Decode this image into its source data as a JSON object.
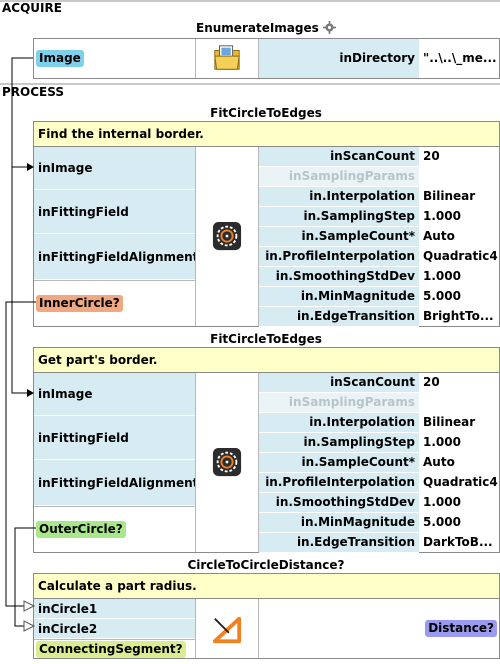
{
  "sections": {
    "acquire": "ACQUIRE",
    "process": "PROCESS"
  },
  "enumerate": {
    "title": "EnumerateImages",
    "output": "Image",
    "param": "inDirectory",
    "value": "\"..\\..\\_me..."
  },
  "fit1": {
    "title": "FitCircleToEdges",
    "comment": "Find the internal border.",
    "inputs": [
      "inImage",
      "inFittingField",
      "inFittingFieldAlignment*"
    ],
    "output": "InnerCircle?",
    "params": [
      {
        "name": "inScanCount",
        "value": "20"
      },
      {
        "name": "inSamplingParams",
        "value": ""
      },
      {
        "name": "in.Interpolation",
        "value": "Bilinear"
      },
      {
        "name": "in.SamplingStep",
        "value": "1.000"
      },
      {
        "name": "in.SampleCount*",
        "value": "Auto"
      },
      {
        "name": "in.ProfileInterpolation",
        "value": "Quadratic4"
      },
      {
        "name": "in.SmoothingStdDev",
        "value": "1.000"
      },
      {
        "name": "in.MinMagnitude",
        "value": "5.000"
      },
      {
        "name": "in.EdgeTransition",
        "value": "BrightTo..."
      }
    ]
  },
  "fit2": {
    "title": "FitCircleToEdges",
    "comment": "Get part's border.",
    "inputs": [
      "inImage",
      "inFittingField",
      "inFittingFieldAlignment*"
    ],
    "output": "OuterCircle?",
    "params": [
      {
        "name": "inScanCount",
        "value": "20"
      },
      {
        "name": "inSamplingParams",
        "value": ""
      },
      {
        "name": "in.Interpolation",
        "value": "Bilinear"
      },
      {
        "name": "in.SamplingStep",
        "value": "1.000"
      },
      {
        "name": "in.SampleCount*",
        "value": "Auto"
      },
      {
        "name": "in.ProfileInterpolation",
        "value": "Quadratic4"
      },
      {
        "name": "in.SmoothingStdDev",
        "value": "1.000"
      },
      {
        "name": "in.MinMagnitude",
        "value": "5.000"
      },
      {
        "name": "in.EdgeTransition",
        "value": "DarkToB..."
      }
    ]
  },
  "dist": {
    "title": "CircleToCircleDistance?",
    "comment": "Calculate a part radius.",
    "inputs": [
      "inCircle1",
      "inCircle2"
    ],
    "output1": "ConnectingSegment?",
    "output2": "Distance?"
  },
  "colors": {
    "input_bg": "#d6ecf2",
    "comment_bg": "#ffffc8",
    "image_badge": "#7fd0ea",
    "inner_badge": "#f0a880",
    "outer_badge": "#a8e88a",
    "segment_badge": "#d8ec90",
    "distance_badge": "#9a9af0"
  },
  "icons": {
    "enumerate": "folder-images-icon",
    "fit": "circle-target-icon",
    "dist": "ruler-triangle-icon",
    "settings": "gear-icon"
  }
}
